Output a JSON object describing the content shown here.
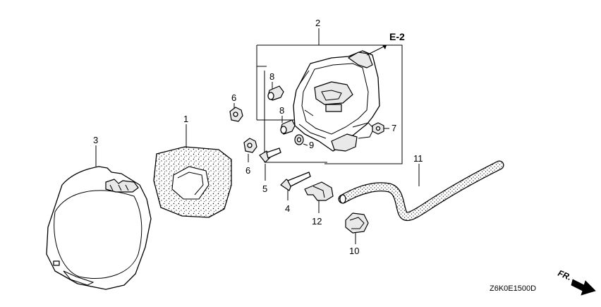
{
  "diagram": {
    "ref_code": "E-2",
    "drawing_code": "Z6K0E1500D",
    "direction_label": "FR.",
    "callouts": [
      "1",
      "2",
      "3",
      "4",
      "5",
      "6",
      "6",
      "7",
      "8",
      "8",
      "9",
      "10",
      "11",
      "12"
    ]
  }
}
